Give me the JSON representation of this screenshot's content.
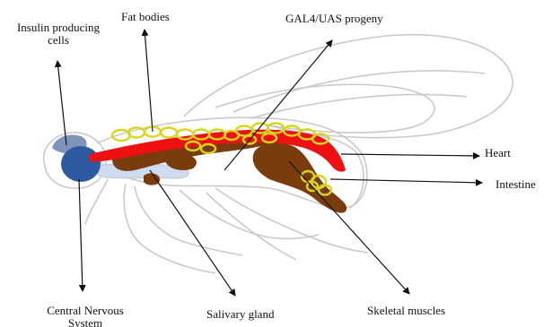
{
  "labels": {
    "insulin_producing_cells": "Insulin producing cells",
    "fat_bodies": "Fat bodies",
    "gal4_uas_progeny": "GAL4/UAS progeny",
    "heart": "Heart",
    "intestine": "Intestine",
    "central_nervous_system": "Central Nervous System",
    "salivary_gland": "Salivary gland",
    "skeletal_muscles": "Skeletal muscles"
  },
  "colors": {
    "outline": "#c7c9cc",
    "fat_body_stroke": "#d7d51c",
    "heart": "#ee1111",
    "muscle": "#7a3b0d",
    "cns": "#2e59a0",
    "insulin_cells": "#7f94b8",
    "salivary": "#cfdcef",
    "arrow": "#111111"
  }
}
